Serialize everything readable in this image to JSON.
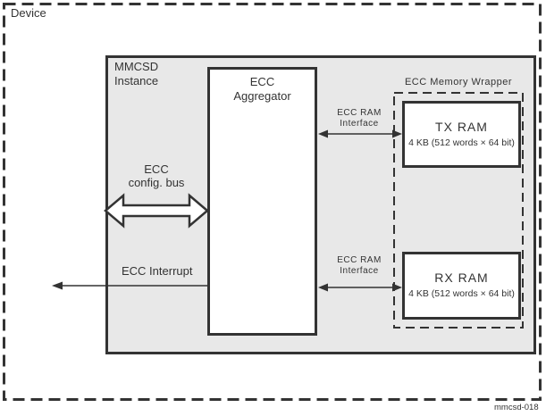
{
  "figure": {
    "device_label": "Device",
    "figure_id": "mmcsd-018",
    "colors": {
      "line": "#333333",
      "instance_fill": "#e8e8e8",
      "block_fill": "#ffffff"
    },
    "mmcsd_instance": {
      "label": [
        "MMCSD",
        "Instance"
      ]
    },
    "ecc_aggregator": {
      "label": [
        "ECC",
        "Aggregator"
      ]
    },
    "ecc_memory_wrapper": {
      "label": "ECC Memory Wrapper"
    },
    "tx_ram": {
      "name": "TX RAM",
      "size": "4 KB (512 words × 64 bit)"
    },
    "rx_ram": {
      "name": "RX RAM",
      "size": "4 KB (512 words × 64 bit)"
    },
    "connections": {
      "config_bus": [
        "ECC",
        "config. bus"
      ],
      "interrupt": "ECC Interrupt",
      "ram_interface_top": [
        "ECC RAM",
        "Interface"
      ],
      "ram_interface_bottom": [
        "ECC RAM",
        "Interface"
      ]
    }
  }
}
